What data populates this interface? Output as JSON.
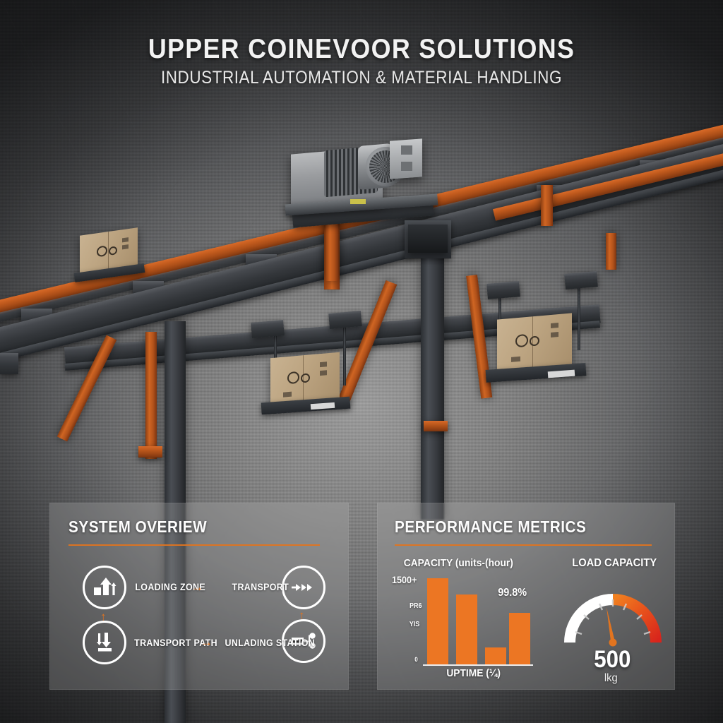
{
  "header": {
    "title": "UPPER COINEVOOR SOLUTIONS",
    "subtitle": "INDUSTRIAL AUTOMATION & MATERIAL HANDLING"
  },
  "colors": {
    "accent_orange": "#e2741f",
    "bar_orange": "#ec7623",
    "steel_dark": "#33363a",
    "white": "#ffffff",
    "gauge_red": "#d8241c"
  },
  "system_overview": {
    "title": "SYSTEM OVERIEW",
    "steps": [
      {
        "icon": "loading-zone-icon",
        "label": "LOADING ZONE"
      },
      {
        "icon": "transport-arrows-icon",
        "label": "TRANSPORT"
      },
      {
        "icon": "transport-path-icon",
        "label": "TRANSPORT PATH"
      },
      {
        "icon": "unlading-station-icon",
        "label": "UNLADING STATION"
      }
    ],
    "connector_glyph": "→",
    "connector_up_glyph": "↑"
  },
  "performance_metrics": {
    "title": "PERFORMANCE METRICS",
    "gauge": {
      "label": "LOAD CAPACITY",
      "value": "500",
      "unit": "lkg",
      "needle_fraction": 0.46
    }
  },
  "chart_data": {
    "type": "bar",
    "title": "CAPACITY (units-(hour)",
    "xlabel": "UPTIME (¼)",
    "ylabel": "",
    "categories": [
      "",
      "",
      "",
      ""
    ],
    "values": [
      1500,
      1220,
      290,
      900
    ],
    "ylim": [
      0,
      1500
    ],
    "ytick_labels": [
      "1500+",
      "PR6",
      "YIS",
      "0"
    ],
    "ytick_values": [
      1500,
      1000,
      500,
      0
    ],
    "grid": false,
    "legend": false,
    "annotations": [
      {
        "text": "99.8%",
        "near": "bar-4"
      }
    ]
  }
}
